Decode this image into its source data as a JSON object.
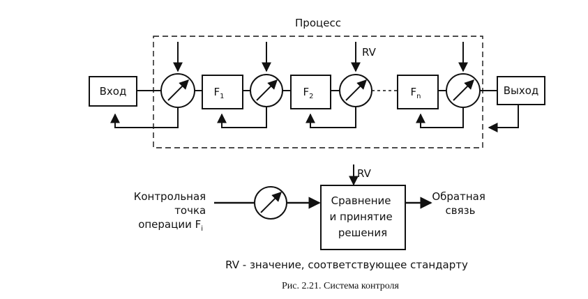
{
  "process": {
    "label": "Процесс"
  },
  "blocks": {
    "input": "Вход",
    "output": "Выход",
    "f1": {
      "main": "F",
      "sub": "1"
    },
    "f2": {
      "main": "F",
      "sub": "2"
    },
    "fn": {
      "main": "F",
      "sub": "n"
    }
  },
  "rv_labels": {
    "process_rv": "RV",
    "decision_rv": "RV"
  },
  "checkpoint": {
    "line1": "Контрольная",
    "line2": "точка",
    "line3_main": "операции F",
    "line3_sub": "i"
  },
  "decision": {
    "line1": "Сравнение",
    "line2": "и принятие",
    "line3": "решения"
  },
  "feedback": {
    "line1": "Обратная",
    "line2": "связь"
  },
  "legend": "RV - значение, соответствующее стандарту",
  "caption": "Рис. 2.21. Система контроля"
}
